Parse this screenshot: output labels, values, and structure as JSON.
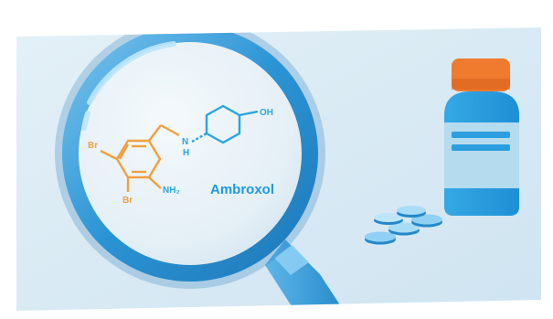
{
  "molecule": {
    "name": "Ambroxol",
    "bromine_top": "Br",
    "bromine_bottom": "Br",
    "amine": "NH₂",
    "nitrogen": "N",
    "nitrogen_hydrogen": "H",
    "hydroxyl": "OH"
  },
  "colors": {
    "card_background": "#dcecf5",
    "lens_ring": "#2b93d4",
    "lens_ring_highlight": "#7fc8f0",
    "aromatic_ring": "#f0a040",
    "cyclohexane": "#2aa5e0",
    "name_text": "#1f9ae0",
    "bottle_body": "#2c9ee0",
    "bottle_cap": "#f07a2e",
    "bottle_label": "#b5dbef",
    "pill": "#3aa0dd"
  },
  "icons": {
    "magnifier": "magnifying-glass-icon",
    "bottle": "pill-bottle-icon",
    "pills": "pills-icon"
  }
}
